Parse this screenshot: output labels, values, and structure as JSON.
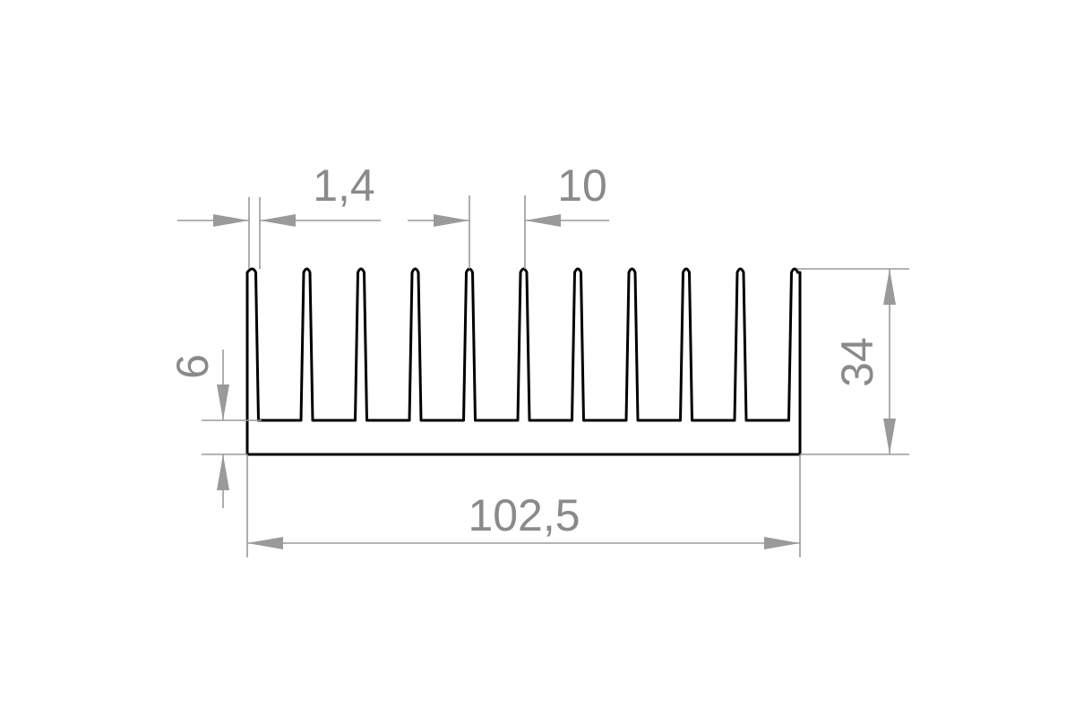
{
  "dimensions": {
    "fin_thickness": "1,4",
    "fin_pitch": "10",
    "base_thickness": "6",
    "total_height": "34",
    "total_width": "102,5"
  },
  "profile": {
    "fin_count": 11
  },
  "colors": {
    "profile_stroke": "#000000",
    "dimension_stroke": "#9a9a9a",
    "dimension_text": "#8a8a8a",
    "background": "#ffffff"
  }
}
